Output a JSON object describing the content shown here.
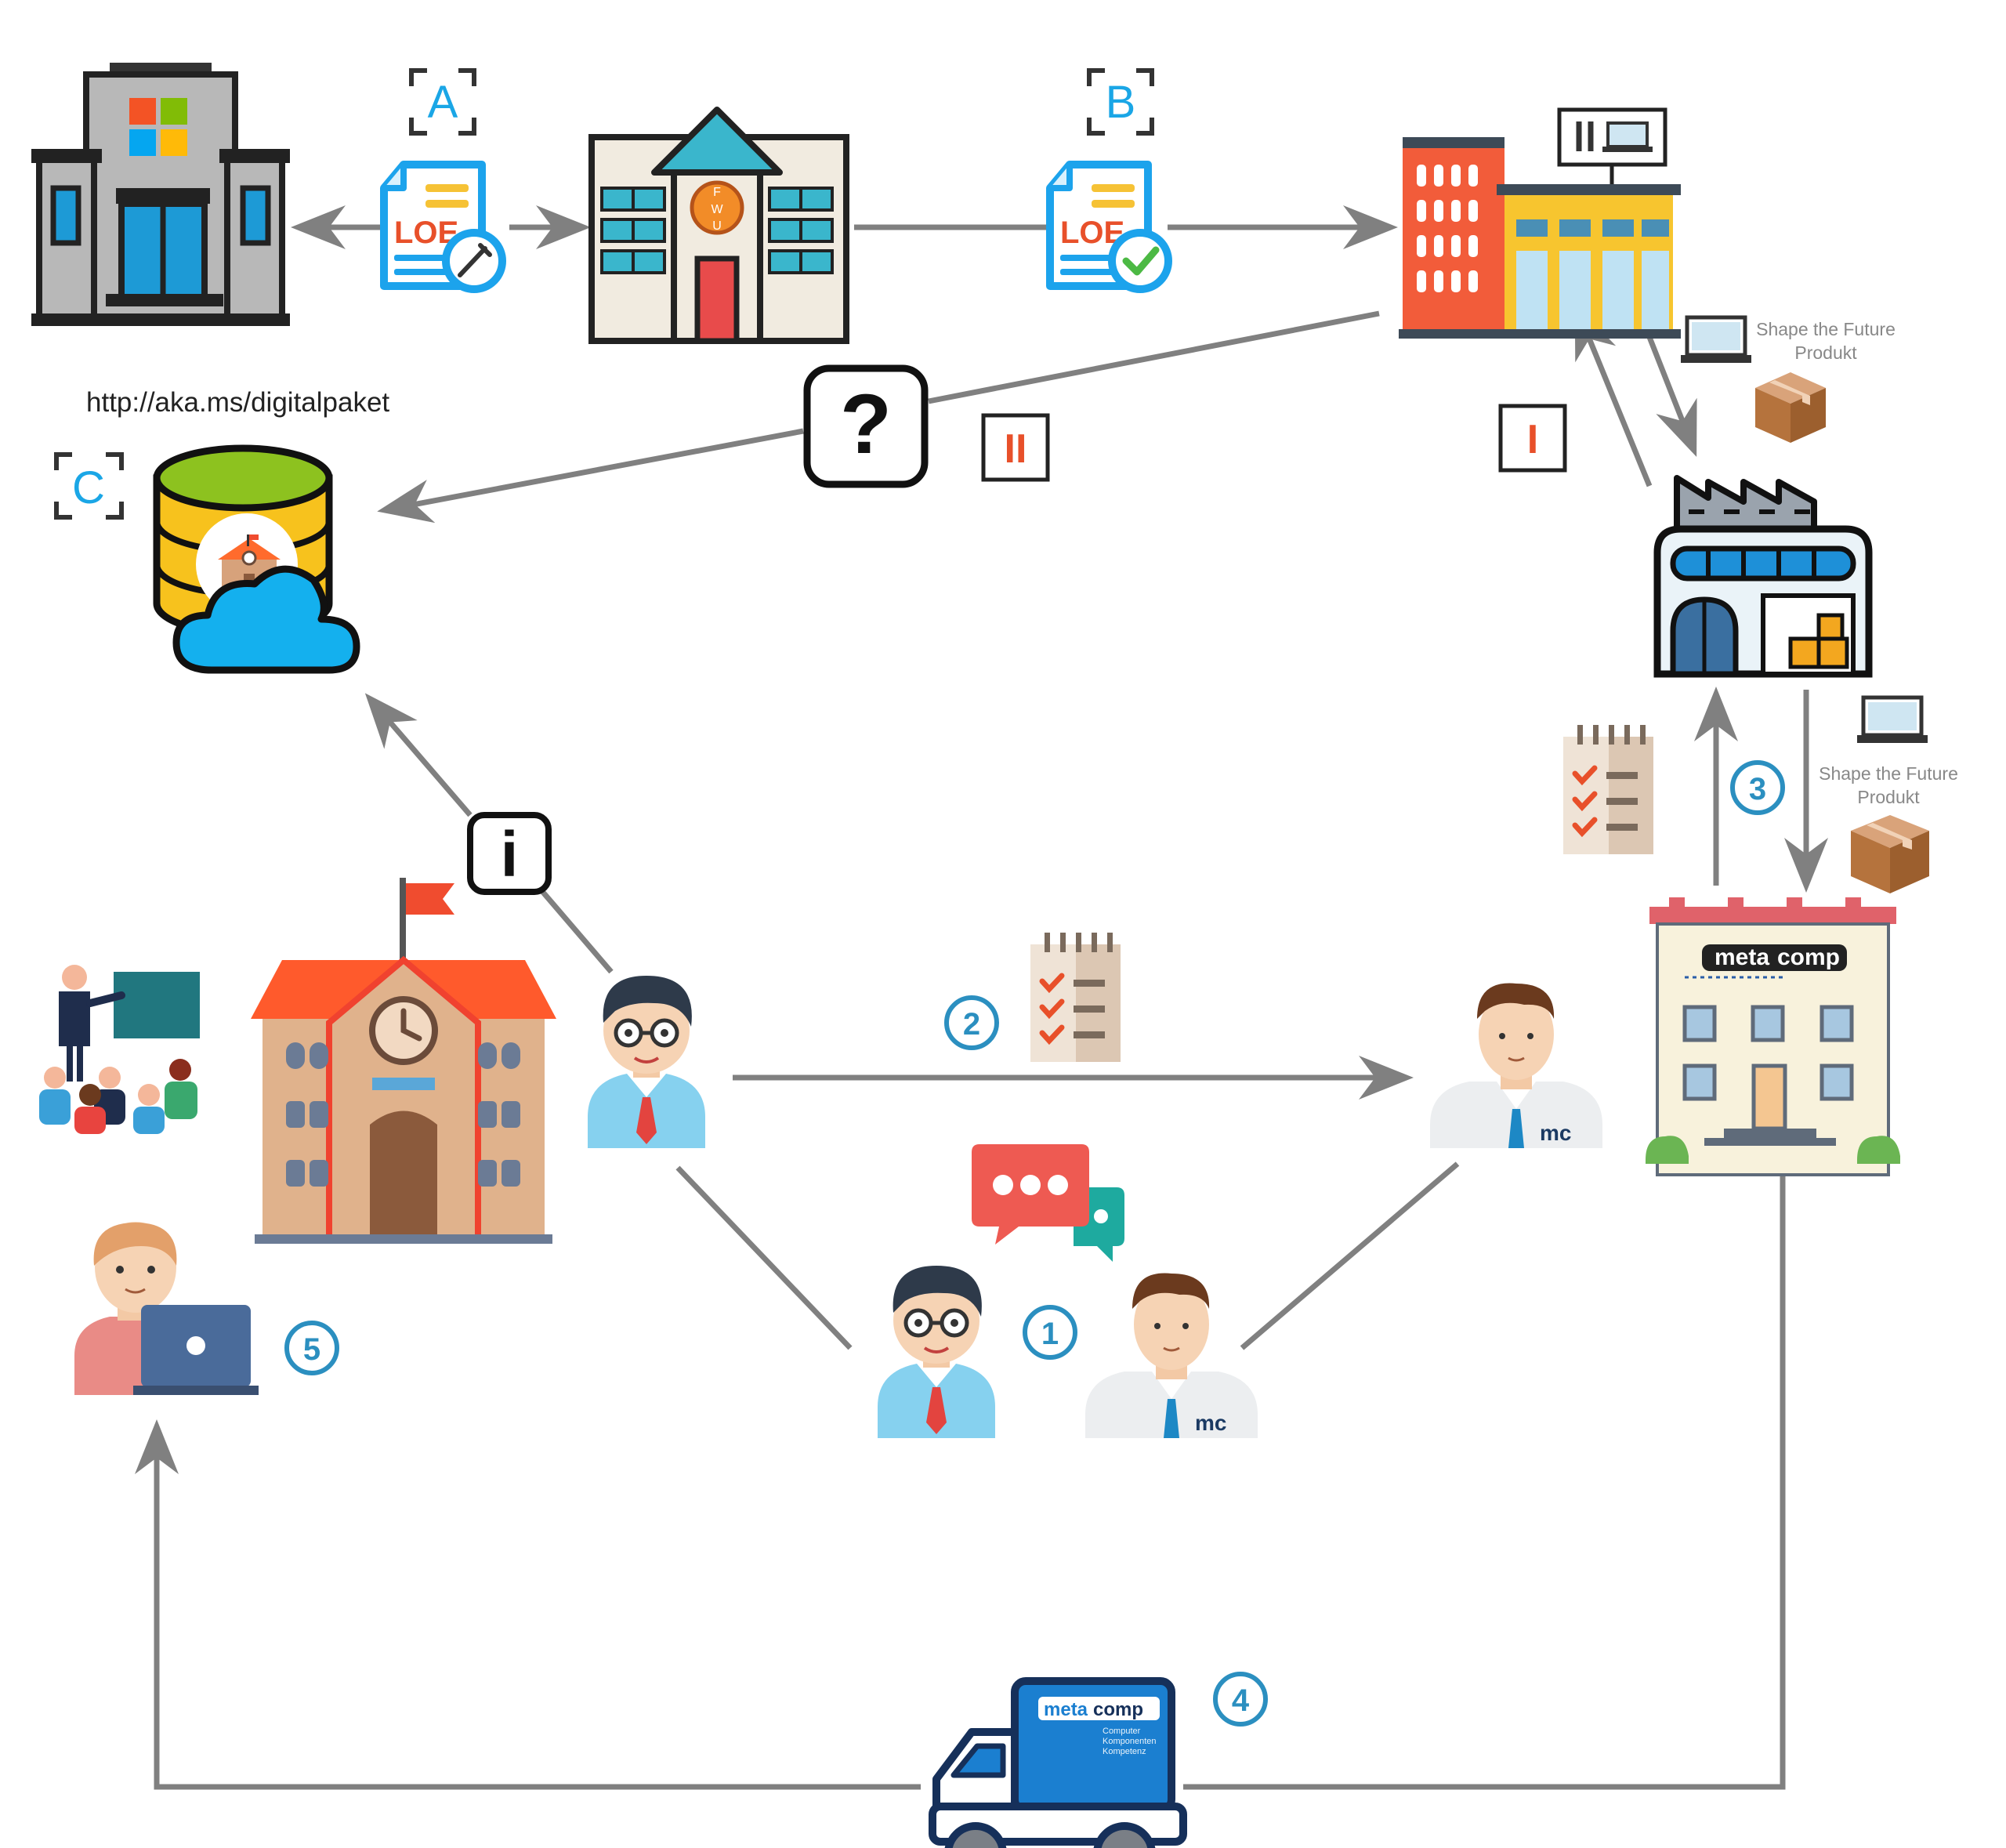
{
  "steps": {
    "a": "A",
    "b": "B",
    "c": "C",
    "roman_1": "I",
    "roman_2": "II",
    "n1": "1",
    "n2": "2",
    "n3": "3",
    "n4": "4",
    "n5": "5"
  },
  "url_label": "http://aka.ms/digitalpaket",
  "doc_label": "LOE",
  "product_label_line1": "Shape the Future",
  "product_label_line2": "Produkt",
  "school_building_letters": [
    "F",
    "W",
    "U"
  ],
  "brand": {
    "name_part1": "meta",
    "name_part2": "comp",
    "tagline_line1": "Computer",
    "tagline_line2": "Komponenten",
    "tagline_line3": "Kompetenz",
    "badge": "mc"
  },
  "icons": {
    "question": "?",
    "info": "i"
  },
  "colors": {
    "arrow": "#808080",
    "step_blue": "#2b8fc0",
    "letter_blue": "#1aa6e6",
    "roman_red": "#e8502a",
    "truck_navy": "#16305a",
    "truck_blue": "#1b7fd0"
  }
}
